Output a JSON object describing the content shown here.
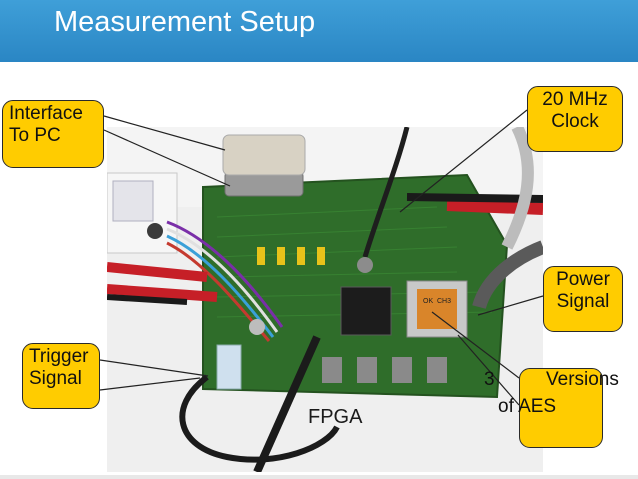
{
  "header": {
    "title": "Measurement Setup"
  },
  "callouts": {
    "interface": {
      "line1": "Interface",
      "line2": "To PC"
    },
    "clock": {
      "line1": "20 MHz",
      "line2": "Clock"
    },
    "power": {
      "line1": "Power",
      "line2": "Signal"
    },
    "trigger": {
      "line1": "Trigger",
      "line2": "Signal"
    },
    "aes": {
      "count": "3",
      "line1": "Versions",
      "line2": "of AES"
    }
  },
  "labels": {
    "fpga": "FPGA"
  },
  "board": {
    "chip_markings": [
      "OK",
      "CH3"
    ]
  }
}
